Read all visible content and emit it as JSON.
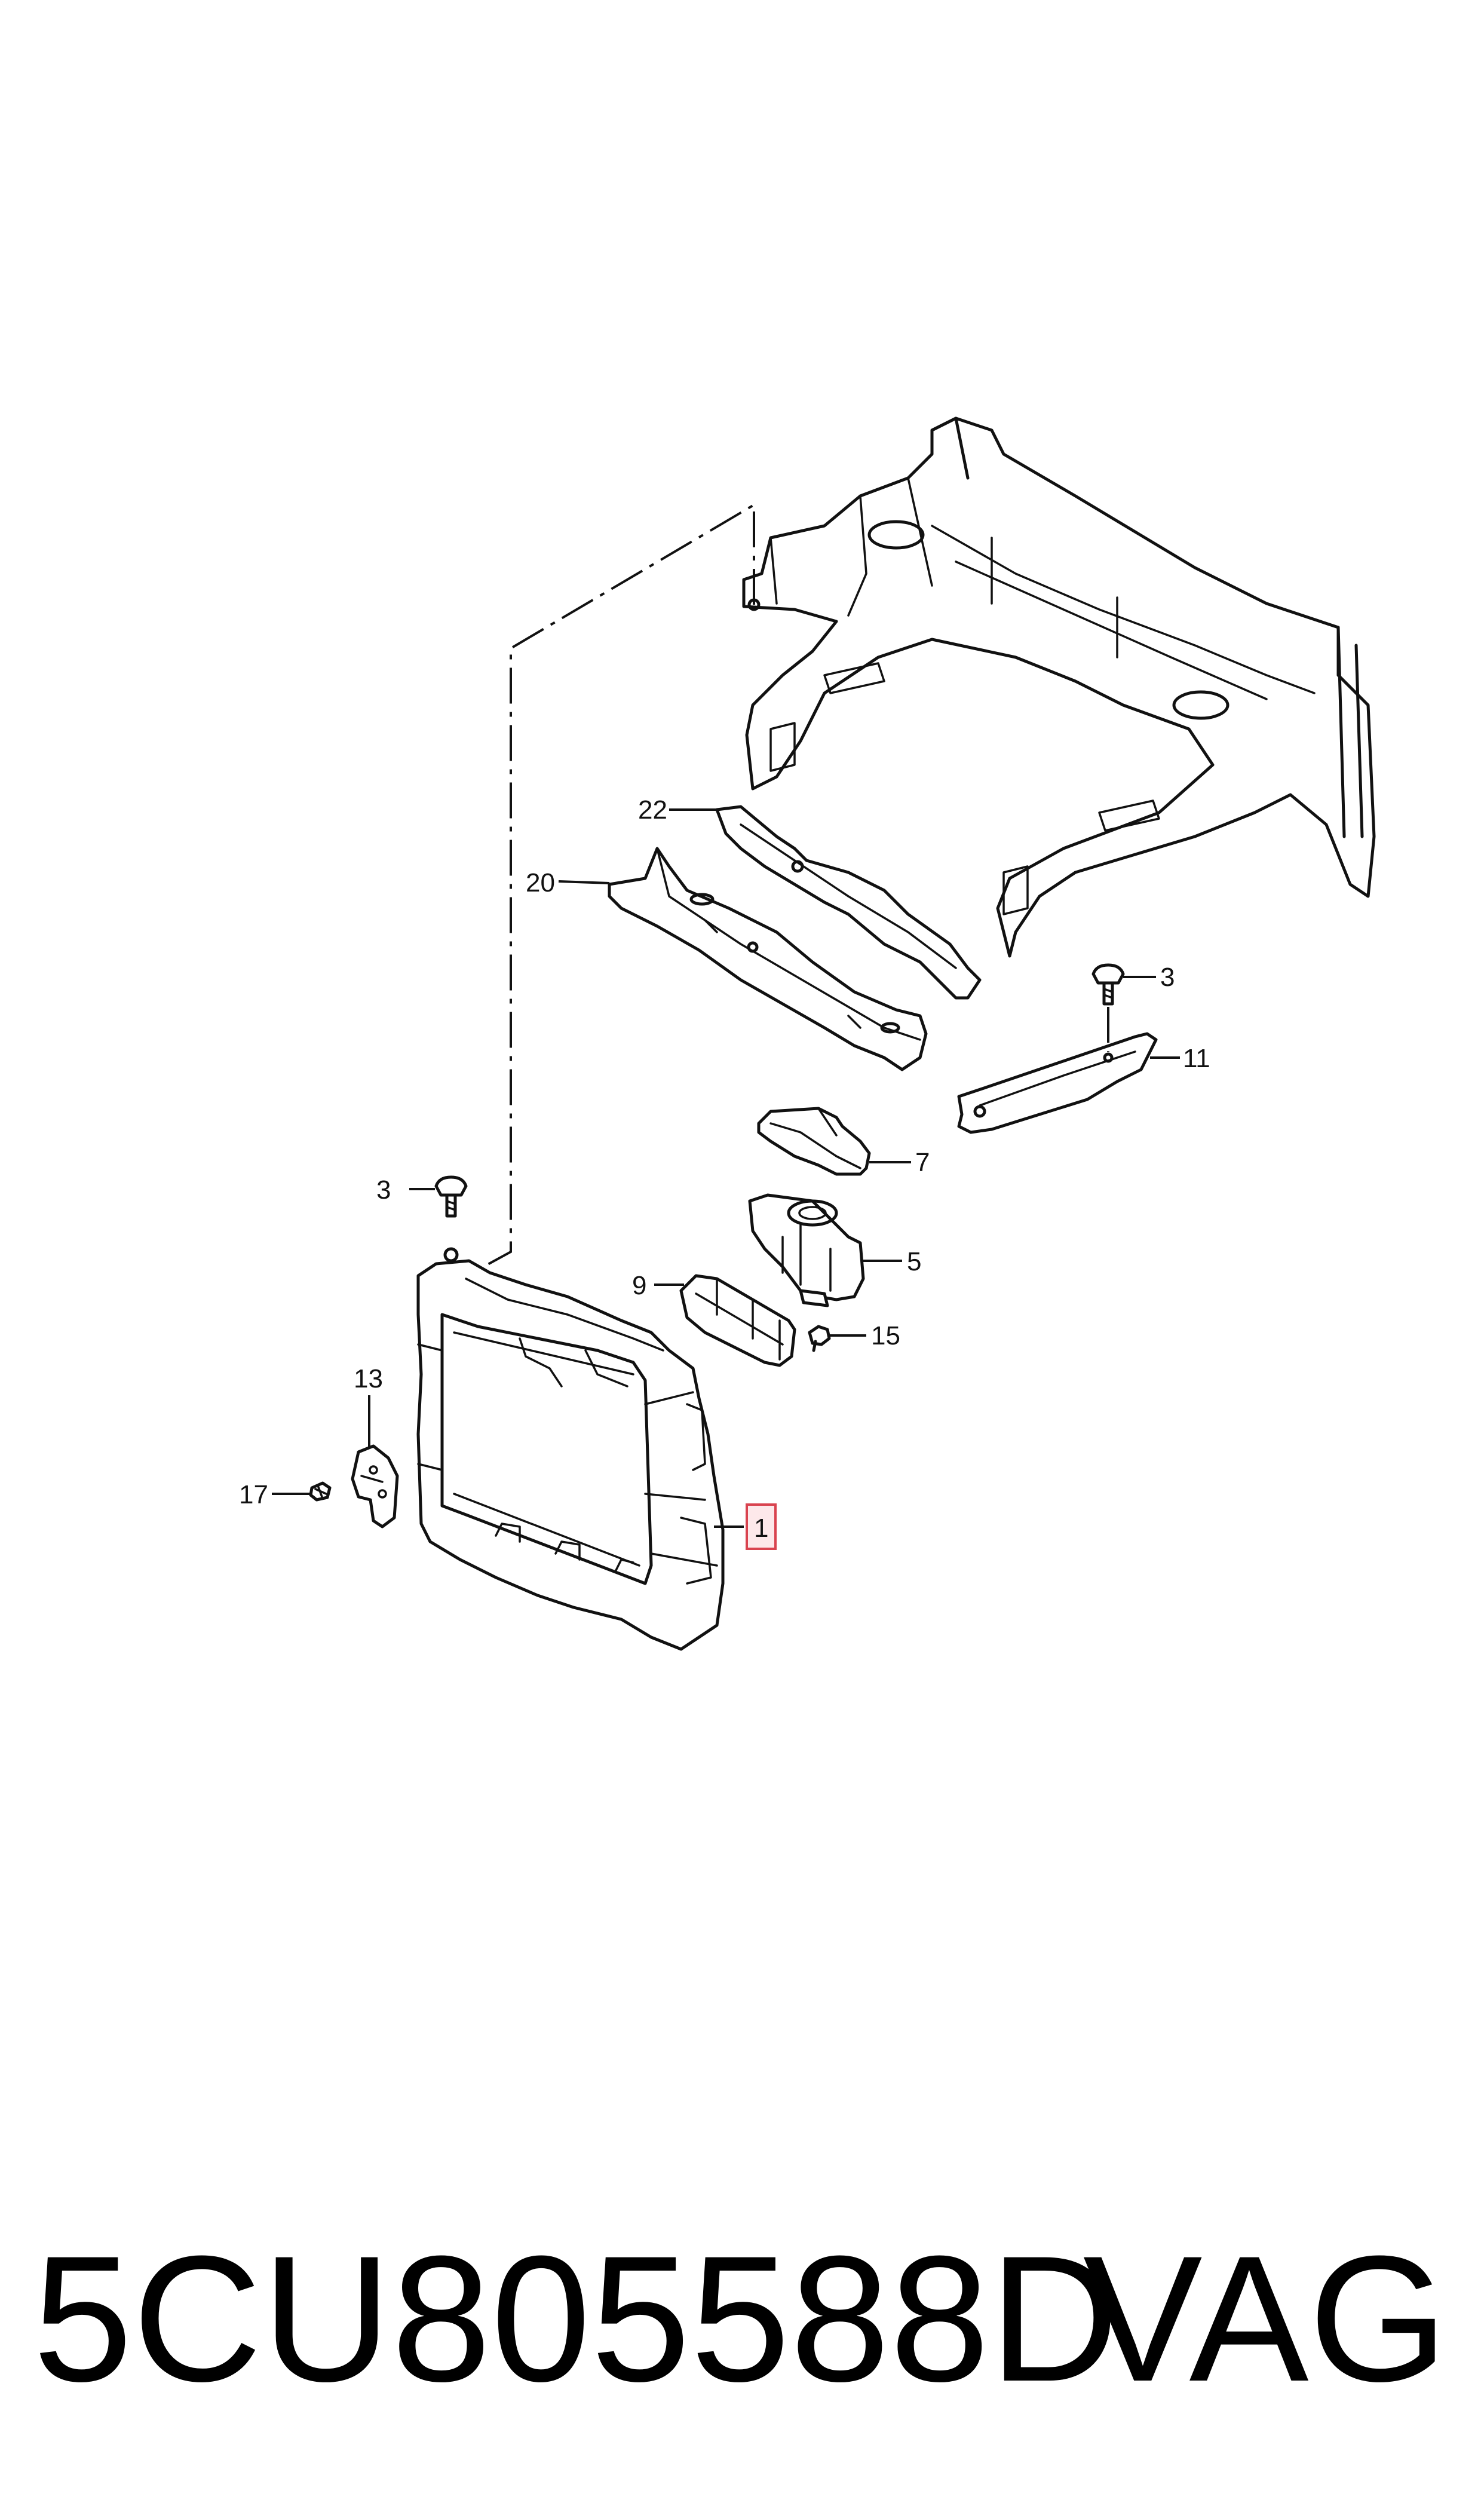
{
  "callouts": [
    {
      "id": "c22",
      "label": "22"
    },
    {
      "id": "c20",
      "label": "20"
    },
    {
      "id": "c3a",
      "label": "3"
    },
    {
      "id": "c11",
      "label": "11"
    },
    {
      "id": "c7",
      "label": "7"
    },
    {
      "id": "c3b",
      "label": "3"
    },
    {
      "id": "c5",
      "label": "5"
    },
    {
      "id": "c9",
      "label": "9"
    },
    {
      "id": "c15",
      "label": "15"
    },
    {
      "id": "c13",
      "label": "13"
    },
    {
      "id": "c17",
      "label": "17"
    },
    {
      "id": "c1",
      "label": "1",
      "highlighted": true
    }
  ],
  "caption": {
    "part_number": "5CU805588D",
    "brand": "VAG"
  },
  "colors": {
    "line": "#111111",
    "highlight_border": "#d9434f",
    "highlight_fill": "#fde8ea"
  }
}
